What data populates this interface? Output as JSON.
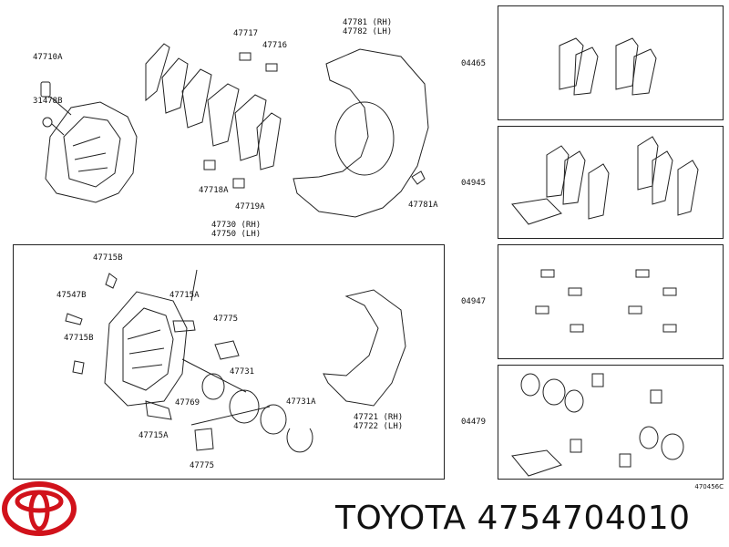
{
  "labels": {
    "p47710A": "47710A",
    "p31478B": "31478B",
    "p47717": "47717",
    "p47716": "47716",
    "p47718A": "47718A",
    "p47719A": "47719A",
    "p47781rh": "47781 (RH)",
    "p47782lh": "47782 (LH)",
    "p47781A": "47781A",
    "p47730rh": "47730 (RH)",
    "p47750lh": "47750 (LH)",
    "p47715B_top": "47715B",
    "p47547B": "47547B",
    "p47715B_mid": "47715B",
    "p47715A_top": "47715A",
    "p47775_top": "47775",
    "p47731": "47731",
    "p47769": "47769",
    "p47731A": "47731A",
    "p47715A_bot": "47715A",
    "p47775_bot": "47775",
    "p47721rh": "47721 (RH)",
    "p47722lh": "47722 (LH)"
  },
  "kits": [
    {
      "code": "04465"
    },
    {
      "code": "04945"
    },
    {
      "code": "04947"
    },
    {
      "code": "04479"
    }
  ],
  "figure_code": "470456C",
  "brand": {
    "name": "TOYOTA",
    "part_number": "4754704010",
    "logo_color": "#d1121b"
  }
}
